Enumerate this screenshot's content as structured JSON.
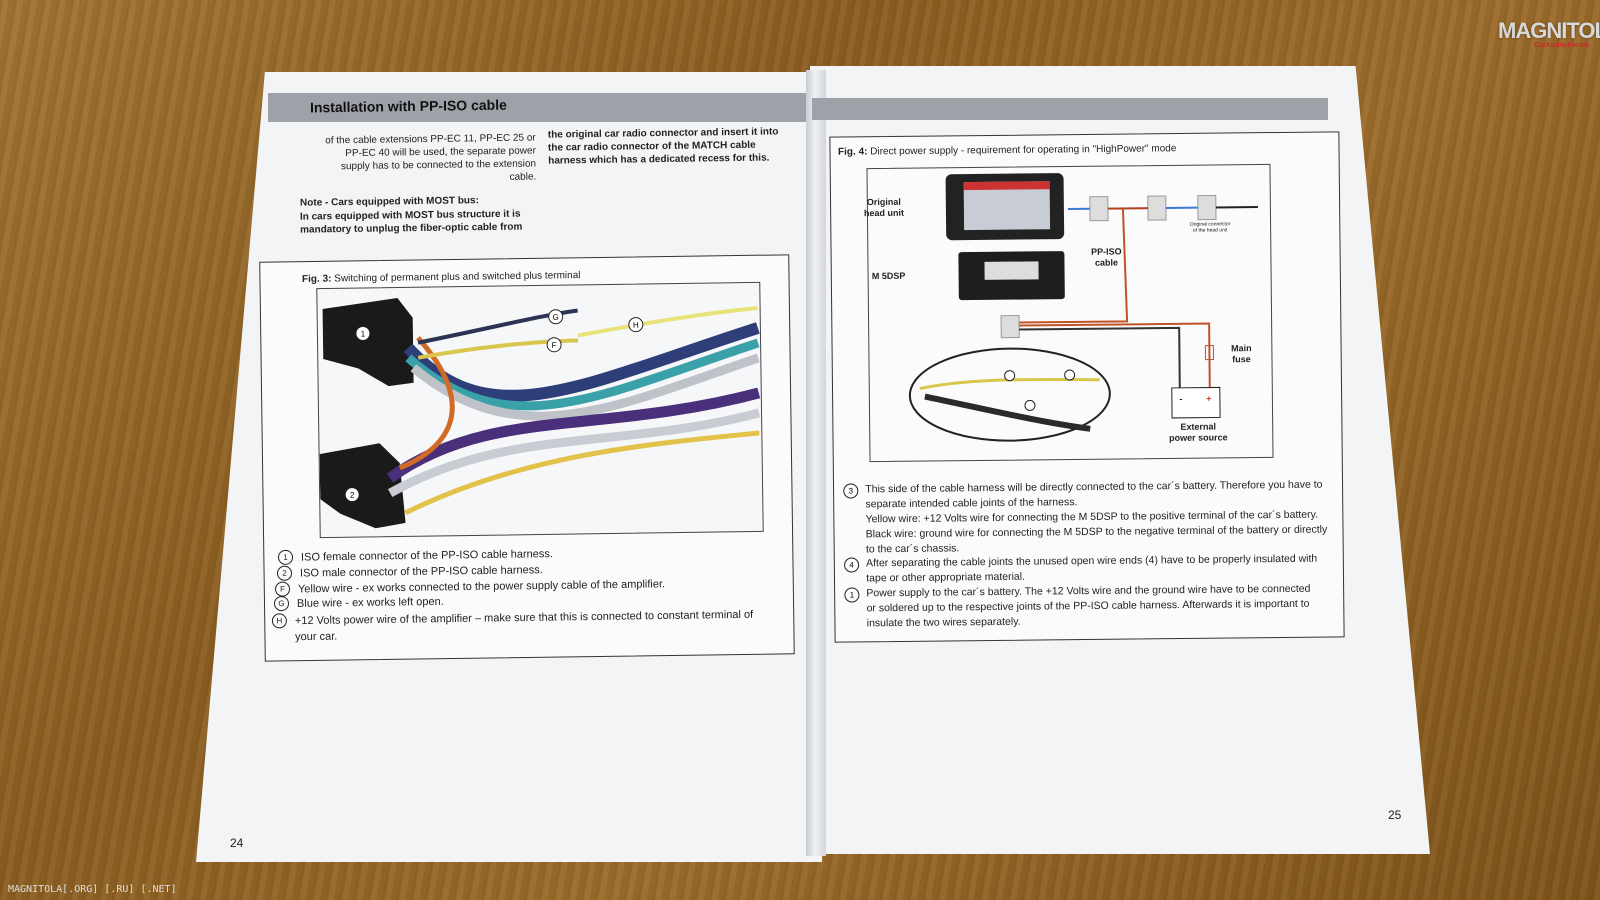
{
  "left_page": {
    "heading": "Installation with PP-ISO cable",
    "col1_text": "of the cable extensions PP-EC 11, PP-EC 25 or PP-EC 40 will be used, the separate power supply has to be connected to the extension cable.",
    "col2_text": "the original car radio connector and insert it into the car radio connector of the MATCH cable harness which has a dedicated recess for this.",
    "note_title": "Note - Cars equipped with MOST bus:",
    "note_text": "In cars equipped with MOST bus structure it is mandatory to unplug the fiber-optic cable from",
    "fig_caption_bold": "Fig. 3:",
    "fig_caption": "Switching of permanent plus and switched plus terminal",
    "photo_markers": [
      "1",
      "2",
      "G",
      "F",
      "H"
    ],
    "legend": [
      {
        "marker": "1",
        "text": "ISO female connector of the PP-ISO cable harness."
      },
      {
        "marker": "2",
        "text": "ISO male connector of the PP-ISO cable harness."
      },
      {
        "marker": "F",
        "text": "Yellow wire - ex works connected to the power supply cable of the amplifier."
      },
      {
        "marker": "G",
        "text": "Blue wire - ex works left open."
      },
      {
        "marker": "H",
        "text": "+12 Volts power wire of the amplifier – make sure that this is connected to constant terminal of your car."
      }
    ],
    "page_number": "24"
  },
  "right_page": {
    "fig_caption_bold": "Fig. 4:",
    "fig_caption": "Direct power supply - requirement for operating in \"HighPower\" mode",
    "labels": {
      "head_unit": "Original head unit",
      "m5dsp": "M 5DSP",
      "ppiso": "PP-ISO cable",
      "orig_conn": "Original connector of the head unit",
      "main_fuse": "Main fuse",
      "ext_power": "External power source",
      "minus": "-",
      "plus": "+"
    },
    "notes": [
      {
        "marker": "3",
        "lines": [
          "This side of the cable harness will be directly connected to the car´s battery. Therefore you have to",
          "separate intended cable joints of the harness.",
          "Yellow wire: +12 Volts wire for connecting the M 5DSP to the positive terminal of the car´s battery.",
          "Black wire: ground wire for connecting the M 5DSP to the negative terminal of the battery or directly",
          "to the car´s chassis."
        ]
      },
      {
        "marker": "4",
        "lines": [
          "After separating the cable joints the unused open wire ends (4) have to be properly insulated with",
          "tape or other appropriate material."
        ]
      },
      {
        "marker": "1",
        "lines": [
          "Power supply to the car´s battery. The +12 Volts wire and the ground wire have to be connected",
          "or soldered up to the respective joints of the PP-ISO cable harness. Afterwards it is important to",
          "insulate the two wires separately."
        ]
      }
    ],
    "page_number": "25"
  },
  "watermark": {
    "logo": "MAGNITOLA",
    "logo_sub": "CarAudio Forum",
    "bottom": "MAGNITOLA[.ORG] [.RU] [.NET]"
  },
  "colors": {
    "wood": "#8a5e22",
    "paper": "#f3f4f6",
    "band": "#9ea2a8"
  }
}
